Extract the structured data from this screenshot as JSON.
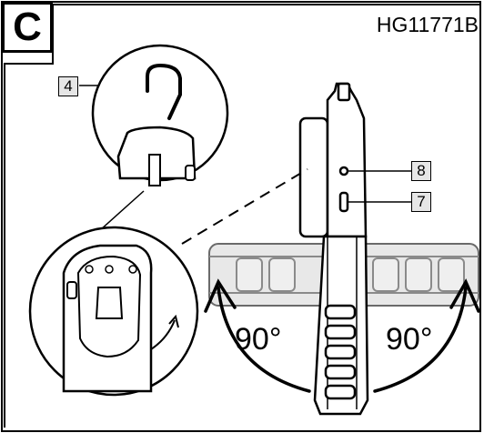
{
  "figure_label": "C",
  "model_number": "HG11771B",
  "callouts": {
    "hook": "4",
    "indicator": "8",
    "usb_port": "7"
  },
  "angles": {
    "left": "90°",
    "right": "90°"
  },
  "icons": {
    "hook": "hook-icon",
    "power": "power-icon",
    "rotate_arrow": "curved-arrow-icon"
  }
}
